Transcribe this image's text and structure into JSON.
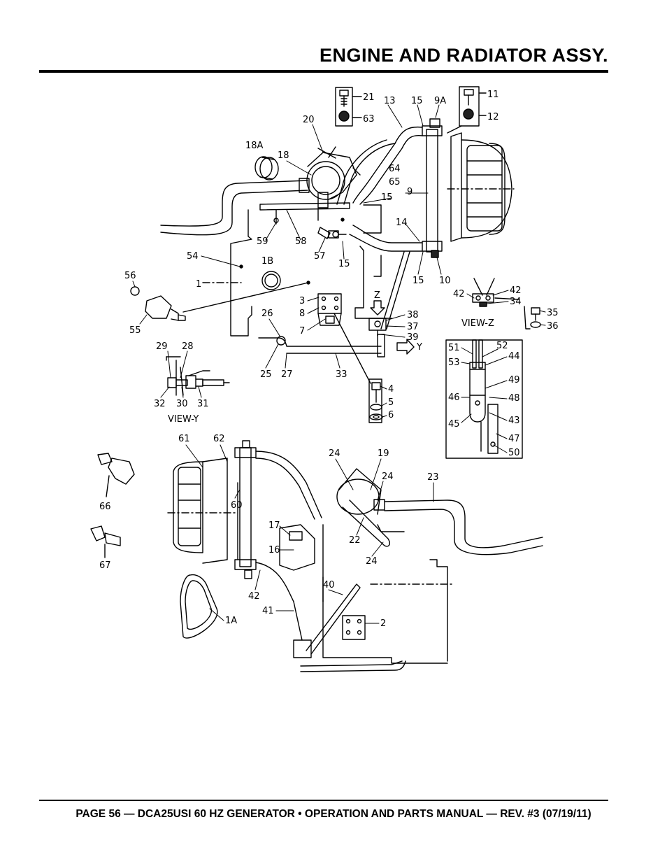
{
  "header": {
    "title": "ENGINE AND RADIATOR ASSY."
  },
  "footer": {
    "text": "PAGE 56 — DCA25USI 60 HZ GENERATOR • OPERATION AND PARTS MANUAL — REV. #3 (07/19/11)"
  },
  "diagram": {
    "views": {
      "view_y": "VIEW-Y",
      "view_z": "VIEW-Z",
      "arrow_z": "Z",
      "arrow_y": "Y"
    },
    "labels": {
      "p21": "21",
      "p63": "63",
      "p11": "11",
      "p12": "12",
      "p13": "13",
      "p15a": "15",
      "p9a": "9A",
      "p20": "20",
      "p18a": "18A",
      "p18": "18",
      "p64": "64",
      "p65": "65",
      "p9": "9",
      "p15b": "15",
      "p14": "14",
      "p59": "59",
      "p58": "58",
      "p57": "57",
      "p15c": "15",
      "p15d": "15",
      "p10": "10",
      "p54": "54",
      "p1b": "1B",
      "p1": "1",
      "p56": "56",
      "p55": "55",
      "p3": "3",
      "p8": "8",
      "p7": "7",
      "p26": "26",
      "p38": "38",
      "p37": "37",
      "p39": "39",
      "p42a": "42",
      "p42b": "42",
      "p34": "34",
      "p35": "35",
      "p36": "36",
      "p29": "29",
      "p28": "28",
      "p25": "25",
      "p27": "27",
      "p33": "33",
      "p32": "32",
      "p30": "30",
      "p31": "31",
      "p4": "4",
      "p5": "5",
      "p6": "6",
      "p51": "51",
      "p52": "52",
      "p53": "53",
      "p44": "44",
      "p49": "49",
      "p46": "46",
      "p48": "48",
      "p45": "45",
      "p43": "43",
      "p47": "47",
      "p50": "50",
      "p61": "61",
      "p62": "62",
      "p24a": "24",
      "p19": "19",
      "p24b": "24",
      "p23": "23",
      "p66": "66",
      "p60": "60",
      "p17": "17",
      "p16": "16",
      "p22": "22",
      "p24c": "24",
      "p67": "67",
      "p42c": "42",
      "p40": "40",
      "p41": "41",
      "p2": "2",
      "p1a": "1A"
    }
  }
}
